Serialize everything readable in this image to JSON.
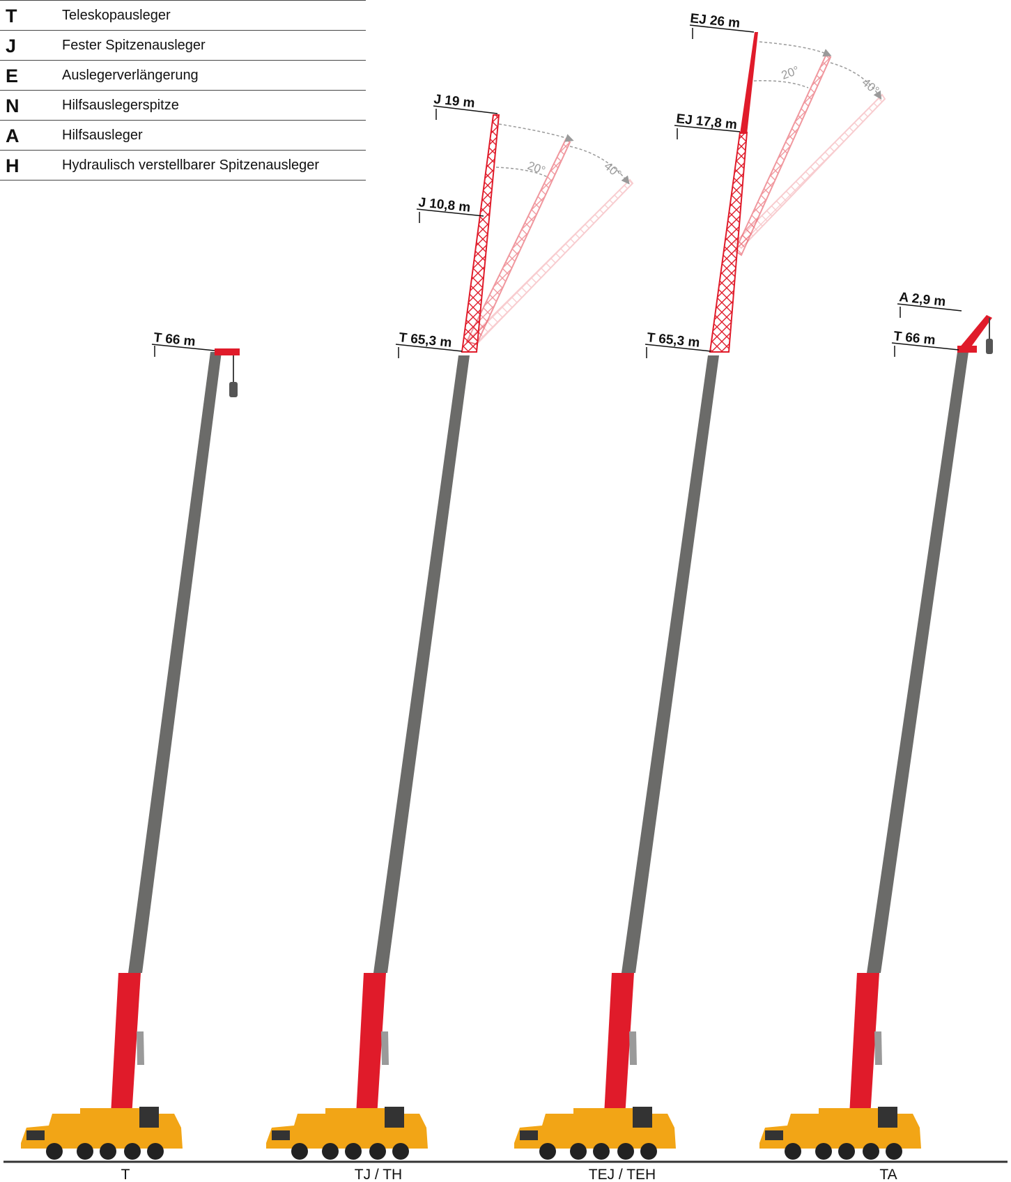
{
  "legend": [
    {
      "code": "T",
      "label": "Teleskopausleger"
    },
    {
      "code": "J",
      "label": "Fester Spitzenausleger"
    },
    {
      "code": "E",
      "label": "Auslegerverlängerung"
    },
    {
      "code": "N",
      "label": "Hilfsauslegerspitze"
    },
    {
      "code": "A",
      "label": "Hilfsausleger"
    },
    {
      "code": "H",
      "label": "Hydraulisch verstellbarer Spitzenausleger"
    }
  ],
  "configurations": [
    {
      "label": "T",
      "heights": [
        "T 66 m"
      ]
    },
    {
      "label": "TJ / TH",
      "heights": [
        "T 65,3 m",
        "J 10,8 m",
        "J 19 m"
      ],
      "angles": [
        "20°",
        "40°"
      ]
    },
    {
      "label": "TEJ / TEH",
      "heights": [
        "T 65,3 m",
        "EJ 17,8 m",
        "EJ 26 m"
      ],
      "angles": [
        "20°",
        "40°"
      ]
    },
    {
      "label": "TA",
      "heights": [
        "T 66 m",
        "A 2,9 m"
      ]
    }
  ],
  "colors": {
    "telescopic_boom": "#6b6b69",
    "boom_base": "#e01b2a",
    "lattice_jib": "#e01b2a",
    "carrier": "#f2a516",
    "ground_line": "#333333",
    "angle_arc": "#9a9a9a"
  }
}
